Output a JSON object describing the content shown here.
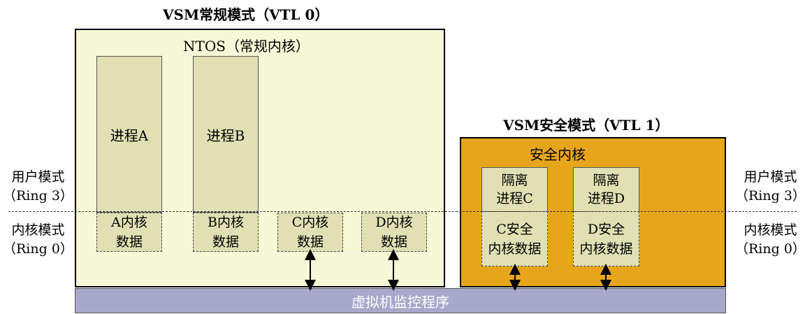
{
  "normal_mode": {
    "title": "VSM常规模式（VTL 0）",
    "kernel_label": "NTOS（常规内核）",
    "processes": [
      {
        "label": "进程A",
        "kernel_data": [
          "A内核",
          "数据"
        ]
      },
      {
        "label": "进程B",
        "kernel_data": [
          "B内核",
          "数据"
        ]
      }
    ],
    "kernel_data_only": [
      [
        "C内核",
        "数据"
      ],
      [
        "D内核",
        "数据"
      ]
    ]
  },
  "secure_mode": {
    "title": "VSM安全模式（VTL 1）",
    "kernel_label": "安全内核",
    "processes": [
      {
        "label": [
          "隔离",
          "进程C"
        ],
        "kernel_data": [
          "C安全",
          "内核数据"
        ]
      },
      {
        "label": [
          "隔离",
          "进程D"
        ],
        "kernel_data": [
          "D安全",
          "内核数据"
        ]
      }
    ]
  },
  "hypervisor": {
    "label": "虚拟机监控程序"
  },
  "side_labels": {
    "left_user": [
      "用户模式",
      "（Ring 3）"
    ],
    "left_kernel": [
      "内核模式",
      "（Ring 0）"
    ],
    "right_user": [
      "用户模式",
      "（Ring 3）"
    ],
    "right_kernel": [
      "内核模式",
      "（Ring 0）"
    ]
  },
  "colors": {
    "normal_bg": "#f7f8d7",
    "secure_bg": "#e7a51b",
    "process_bg": "#dfe0b3",
    "hypervisor_bg": "#a8a8cc"
  }
}
